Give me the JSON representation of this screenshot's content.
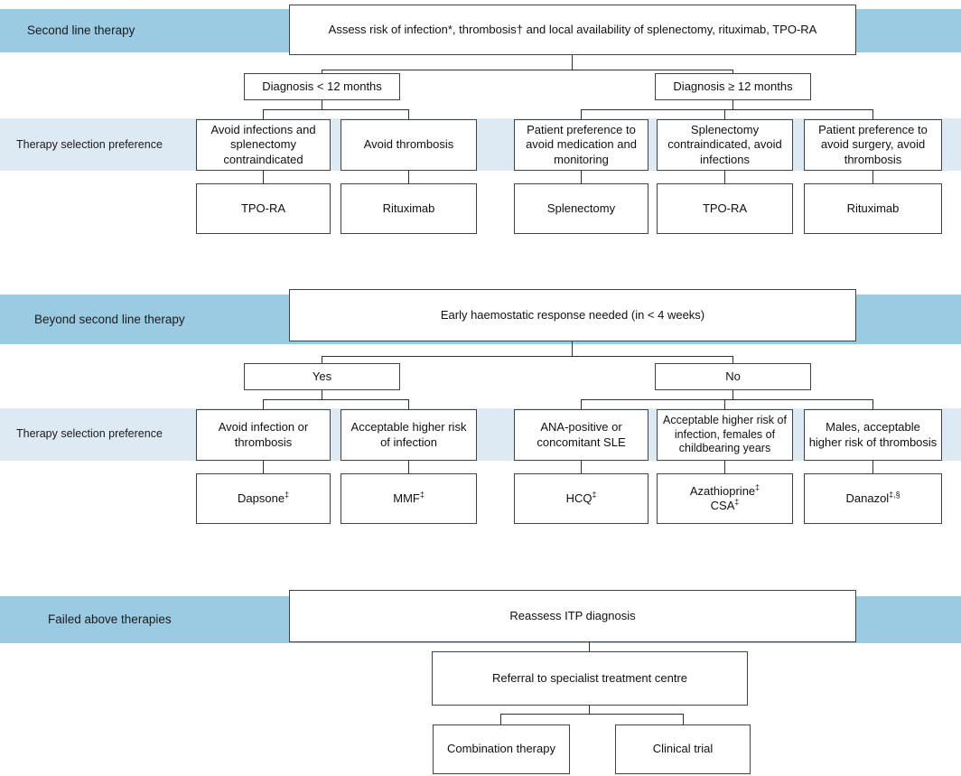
{
  "colors": {
    "band_primary": "#9bcbe3",
    "band_secondary": "#ddeaf3",
    "box_border": "#3d4348",
    "line": "#2b2f33",
    "text": "#101010"
  },
  "sections": [
    {
      "id": "second-line",
      "band_label": "Second line therapy",
      "sub_band_label": "Therapy selection preference",
      "head_box": "Assess risk of infection*, thrombosis† and local availability of splenectomy, rituximab, TPO-RA",
      "branches": [
        {
          "label": "Diagnosis < 12 months"
        },
        {
          "label": "Diagnosis ≥ 12 months"
        }
      ],
      "preferences": [
        "Avoid infections and splenectomy contraindicated",
        "Avoid thrombosis",
        "Patient preference to avoid medication and monitoring",
        "Splenectomy contraindicated, avoid infections",
        "Patient preference to avoid surgery, avoid thrombosis"
      ],
      "treatments": [
        "TPO-RA",
        "Rituximab",
        "Splenectomy",
        "TPO-RA",
        "Rituximab"
      ]
    },
    {
      "id": "beyond-second-line",
      "band_label": "Beyond second line therapy",
      "sub_band_label": "Therapy selection preference",
      "head_box": "Early haemostatic response needed (in < 4 weeks)",
      "branches": [
        {
          "label": "Yes"
        },
        {
          "label": "No"
        }
      ],
      "preferences": [
        "Avoid infection or thrombosis",
        "Acceptable higher risk of infection",
        "ANA-positive or concomitant SLE",
        "Acceptable higher risk of infection, females of childbearing years",
        "Males, acceptable higher risk of thrombosis"
      ],
      "treatments": [
        "Dapsone‡",
        "MMF‡",
        "HCQ‡",
        "Azathioprine‡ CSA‡",
        "Danazol‡,§"
      ],
      "treatments_html": [
        "Dapsone<sup>‡</sup>",
        "MMF<sup>‡</sup>",
        "HCQ<sup>‡</sup>",
        "Azathioprine<sup>‡</sup><br>CSA<sup>‡</sup>",
        "Danazol<sup>‡,§</sup>"
      ]
    },
    {
      "id": "failed-above",
      "band_label": "Failed above therapies",
      "head_box": "Reassess ITP diagnosis",
      "referral_box": "Referral to specialist treatment centre",
      "final_options": [
        "Combination therapy",
        "Clinical trial"
      ]
    }
  ]
}
